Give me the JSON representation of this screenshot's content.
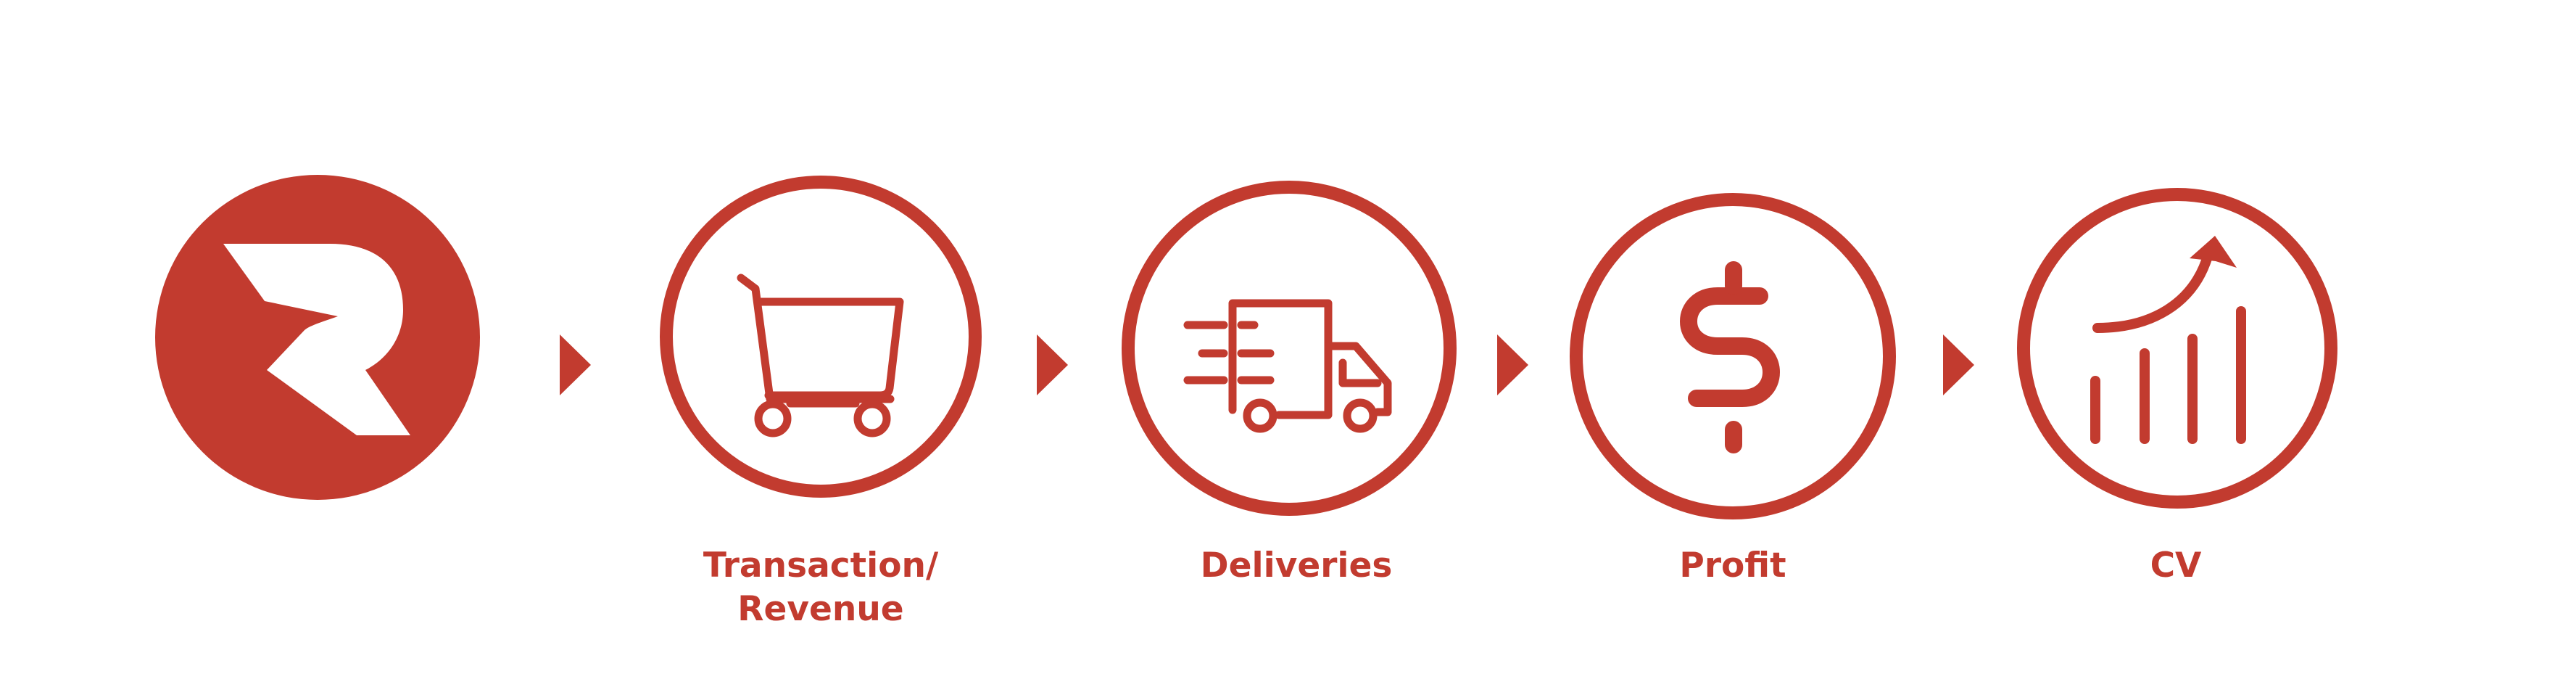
{
  "theme": {
    "accent": "#C23B2F",
    "background": "#FFFFFF"
  },
  "flow": {
    "logo": {
      "icon": "r-logo-icon"
    },
    "steps": [
      {
        "icon": "shopping-cart-icon",
        "label_line1": "Transaction/",
        "label_line2": "Revenue"
      },
      {
        "icon": "delivery-truck-icon",
        "label_line1": "Deliveries",
        "label_line2": ""
      },
      {
        "icon": "dollar-sign-icon",
        "label_line1": "Profit",
        "label_line2": ""
      },
      {
        "icon": "growth-chart-icon",
        "label_line1": "CV",
        "label_line2": ""
      }
    ],
    "connector_icon": "play-arrow-icon"
  }
}
